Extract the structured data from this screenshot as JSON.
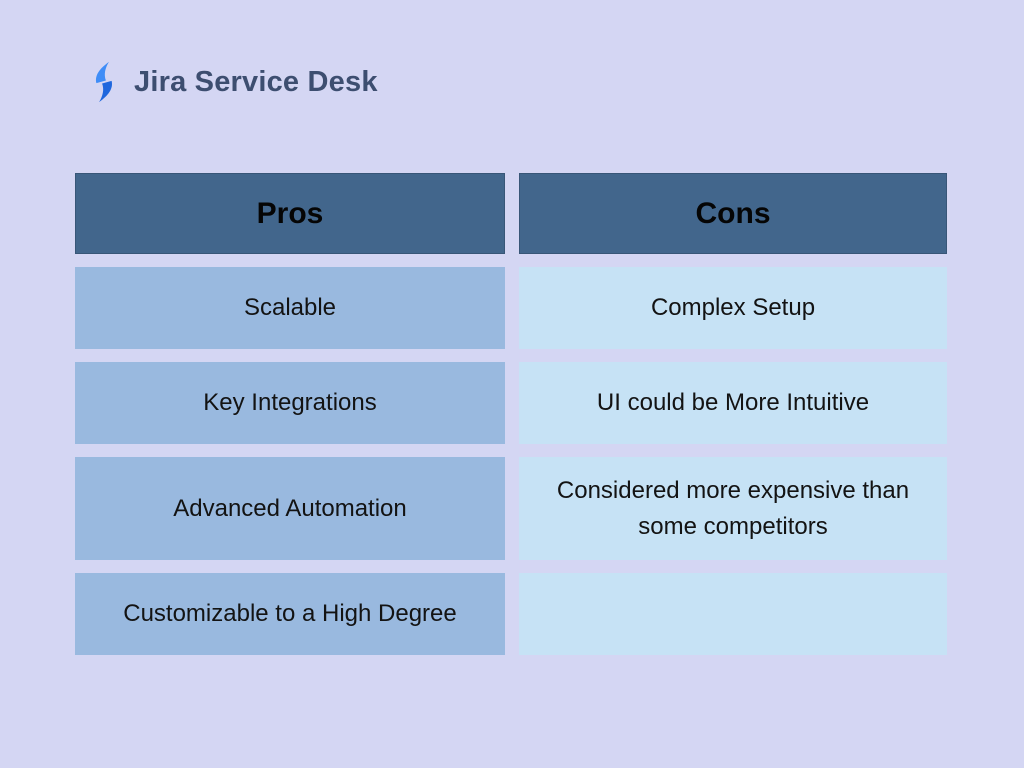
{
  "page": {
    "background_color": "#d4d6f3"
  },
  "logo": {
    "text": "Jira Service Desk",
    "icon": "lightning-bolt-icon",
    "text_color": "#3d4e70",
    "bolt_color_top": "#3f8df7",
    "bolt_color_bottom": "#1f67dd"
  },
  "table": {
    "header_bg": "#42668c",
    "pros_cell_bg": "#99b9df",
    "cons_cell_bg": "#c6e2f5",
    "headers": [
      {
        "label": "Pros"
      },
      {
        "label": "Cons"
      }
    ],
    "pros": {
      "items": [
        "Scalable",
        "Key Integrations",
        "Advanced Automation",
        "Customizable to a High Degree"
      ]
    },
    "cons": {
      "items": [
        "Complex Setup",
        "UI could be More Intuitive",
        "Considered more expensive than some competitors",
        ""
      ]
    }
  }
}
